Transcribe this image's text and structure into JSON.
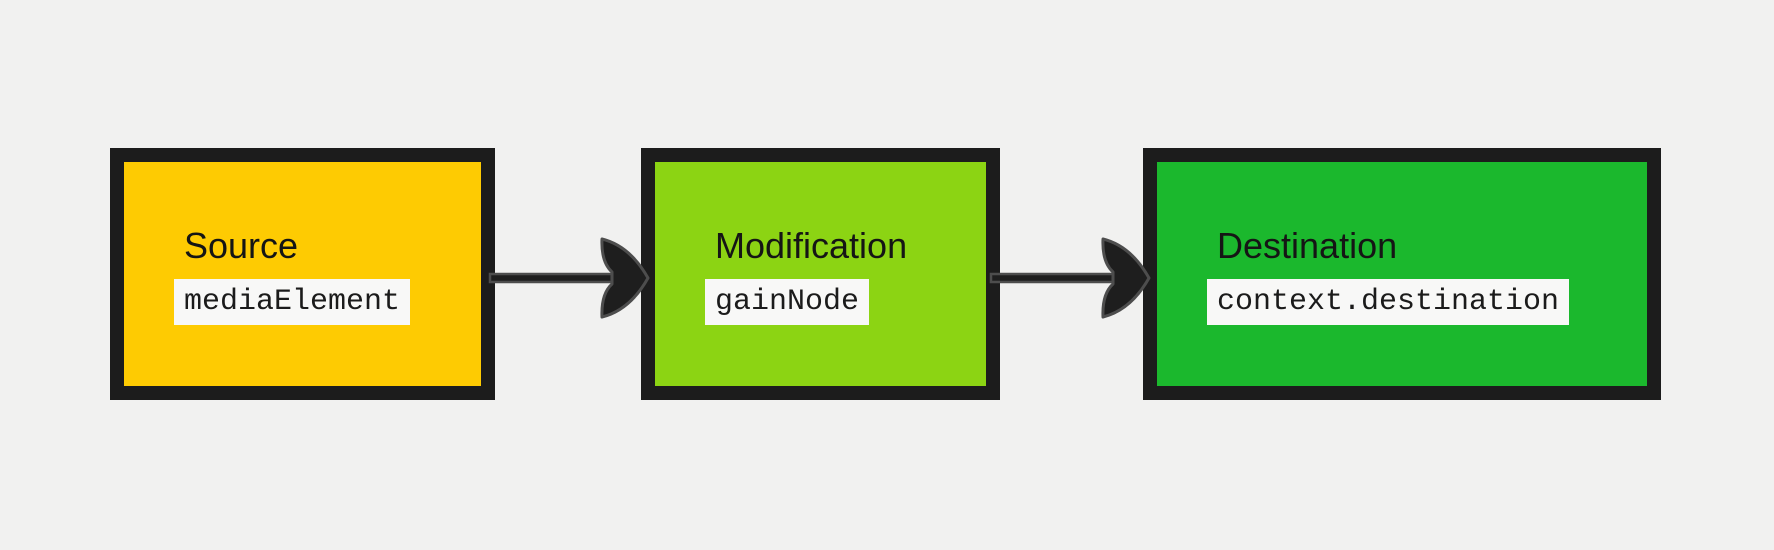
{
  "background_color": "#f1f1f0",
  "nodes": [
    {
      "id": "source",
      "label": "Source",
      "code": "mediaElement",
      "fill": "#fecb02",
      "border_color": "#1c1c1c"
    },
    {
      "id": "modification",
      "label": "Modification",
      "code": "gainNode",
      "fill": "#8cd413",
      "border_color": "#1c1c1c"
    },
    {
      "id": "destination",
      "label": "Destination",
      "code": "context.destination",
      "fill": "#1bb82d",
      "border_color": "#1c1c1c"
    }
  ],
  "arrows": [
    {
      "from": "source",
      "to": "modification",
      "direction": "right",
      "fill": "#1e1e1e",
      "outline": "#4d4d4d"
    },
    {
      "from": "modification",
      "to": "destination",
      "direction": "right",
      "fill": "#1e1e1e",
      "outline": "#4d4d4d"
    }
  ],
  "code_chip": {
    "background": "#f8f8f7",
    "text_color": "#1b1b1b"
  }
}
